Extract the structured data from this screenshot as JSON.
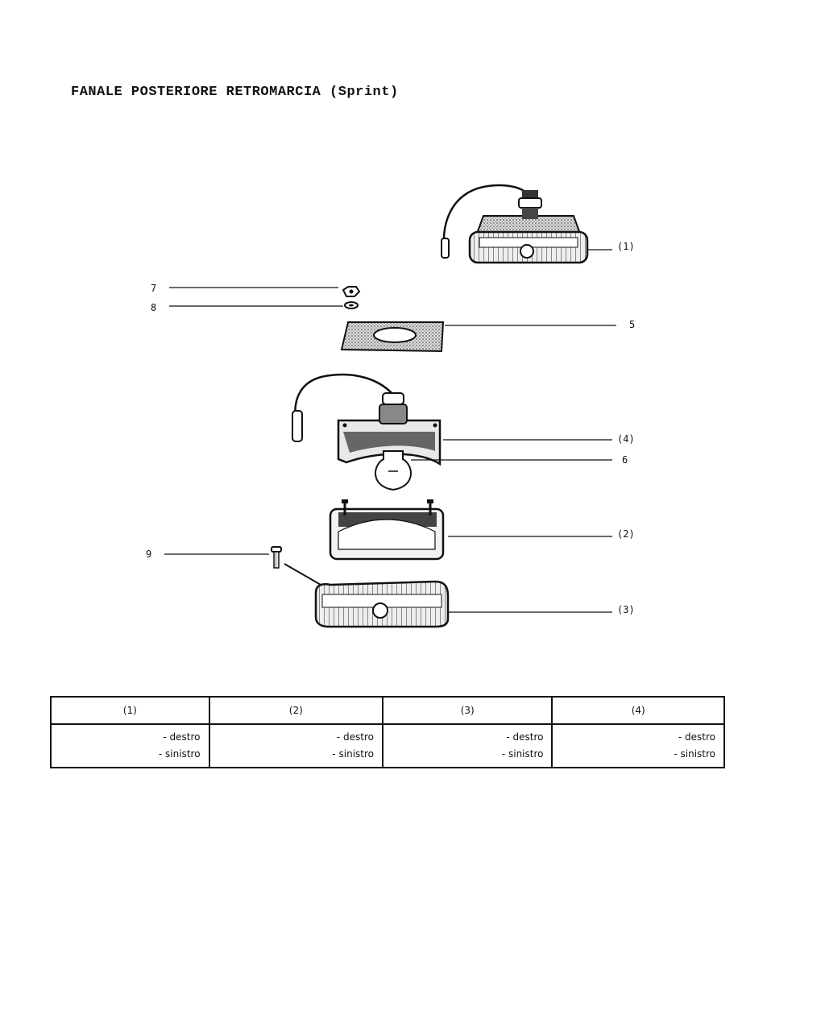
{
  "title": "FANALE POSTERIORE RETROMARCIA (Sprint)",
  "callouts": {
    "c1": "(1)",
    "c2": "(2)",
    "c3": "(3)",
    "c4": "(4)",
    "c5": "5",
    "c6": "6",
    "c7": "7",
    "c8": "8",
    "c9": "9"
  },
  "table": {
    "headers": [
      "(1)",
      "(2)",
      "(3)",
      "(4)"
    ],
    "variants": [
      "- destro",
      "- sinistro"
    ]
  }
}
